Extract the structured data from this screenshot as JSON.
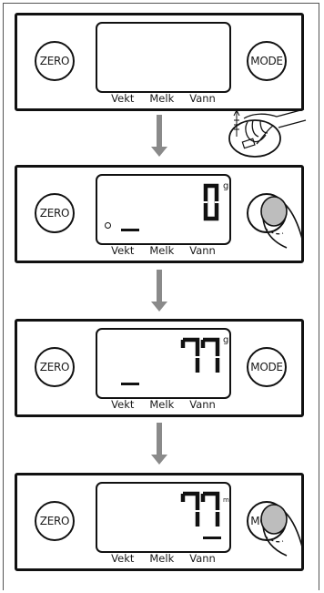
{
  "buttons": {
    "zero_label": "ZERO",
    "mode_label": "MODE",
    "mode_label_partial": "M"
  },
  "mode_labels": [
    "Vekt",
    "Melk",
    "Vann"
  ],
  "steps": [
    {
      "display": ""
    },
    {
      "display": "0",
      "unit": "g"
    },
    {
      "display": "77",
      "unit": "g"
    },
    {
      "display": "77",
      "unit": "ml"
    }
  ],
  "icons": [
    "finger-press-icon",
    "scale-with-hand-icon",
    "down-arrow-icon"
  ],
  "colors": {
    "line": "#111111",
    "arrow": "#8a8a8a"
  }
}
